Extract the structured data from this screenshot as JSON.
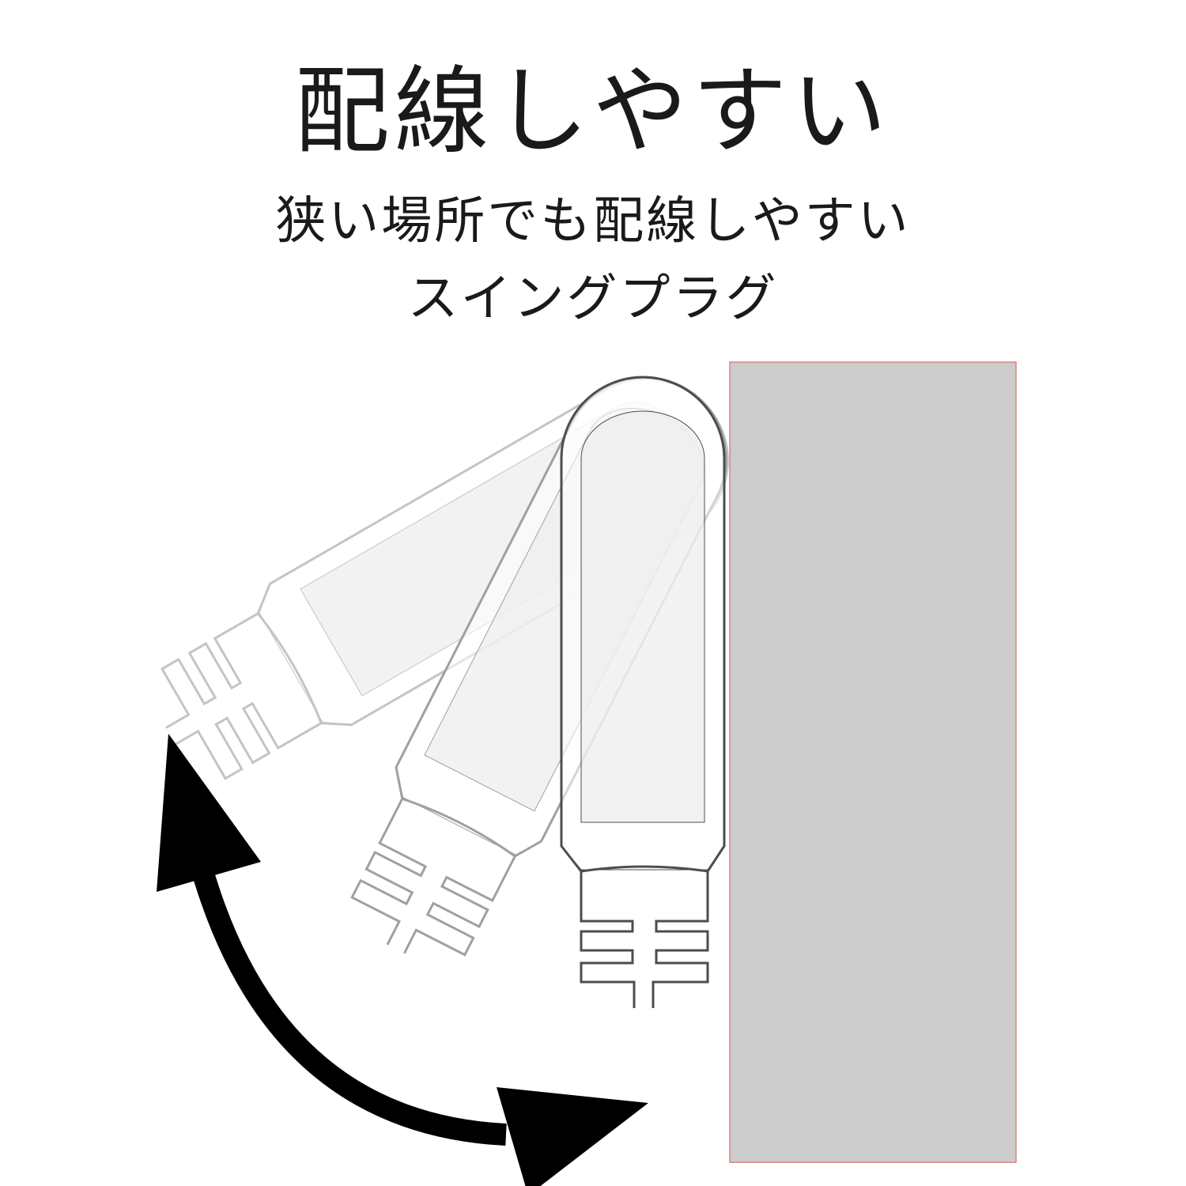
{
  "headline": "配線しやすい",
  "subtitle": {
    "line1": "狭い場所でも配線しやすい",
    "line2": "スイングプラグ"
  },
  "illustration": {
    "wall": {
      "fill": "#cccccc",
      "stroke": "#d98080"
    },
    "plug_positions": [
      {
        "label": "plug-far-swing",
        "angle": 60,
        "stroke": "#c4c4c4"
      },
      {
        "label": "plug-mid-swing",
        "angle": 27,
        "stroke": "#a0a0a0"
      },
      {
        "label": "plug-vertical",
        "angle": 0,
        "stroke": "#4d4d4d"
      }
    ],
    "arrow": {
      "type": "double-headed-curved",
      "color": "#000000"
    }
  }
}
